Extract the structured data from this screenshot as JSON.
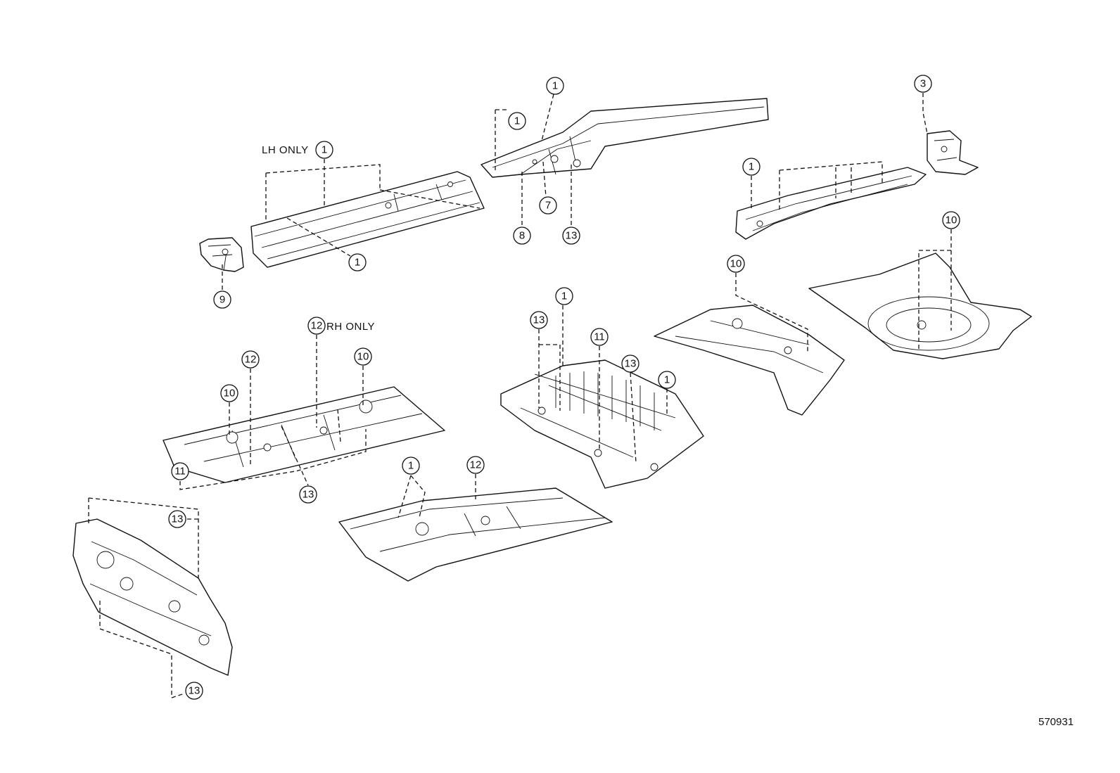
{
  "notes": {
    "lh_only": "LH ONLY",
    "rh_only": "RH ONLY"
  },
  "reference_number": "570931",
  "callouts": [
    {
      "id": "c-1a",
      "label": "1"
    },
    {
      "id": "c-1b",
      "label": "1"
    },
    {
      "id": "c-1c",
      "label": "1"
    },
    {
      "id": "c-1d",
      "label": "1"
    },
    {
      "id": "c-1e",
      "label": "1"
    },
    {
      "id": "c-1f",
      "label": "1"
    },
    {
      "id": "c-1g",
      "label": "1"
    },
    {
      "id": "c-1h",
      "label": "1"
    },
    {
      "id": "c-3",
      "label": "3"
    },
    {
      "id": "c-7",
      "label": "7"
    },
    {
      "id": "c-8",
      "label": "8"
    },
    {
      "id": "c-9",
      "label": "9"
    },
    {
      "id": "c-10a",
      "label": "10"
    },
    {
      "id": "c-10b",
      "label": "10"
    },
    {
      "id": "c-10c",
      "label": "10"
    },
    {
      "id": "c-10d",
      "label": "10"
    },
    {
      "id": "c-11a",
      "label": "11"
    },
    {
      "id": "c-11b",
      "label": "11"
    },
    {
      "id": "c-12a",
      "label": "12"
    },
    {
      "id": "c-12b",
      "label": "12"
    },
    {
      "id": "c-12c",
      "label": "12"
    },
    {
      "id": "c-13a",
      "label": "13"
    },
    {
      "id": "c-13b",
      "label": "13"
    },
    {
      "id": "c-13c",
      "label": "13"
    },
    {
      "id": "c-13d",
      "label": "13"
    },
    {
      "id": "c-13e",
      "label": "13"
    }
  ]
}
